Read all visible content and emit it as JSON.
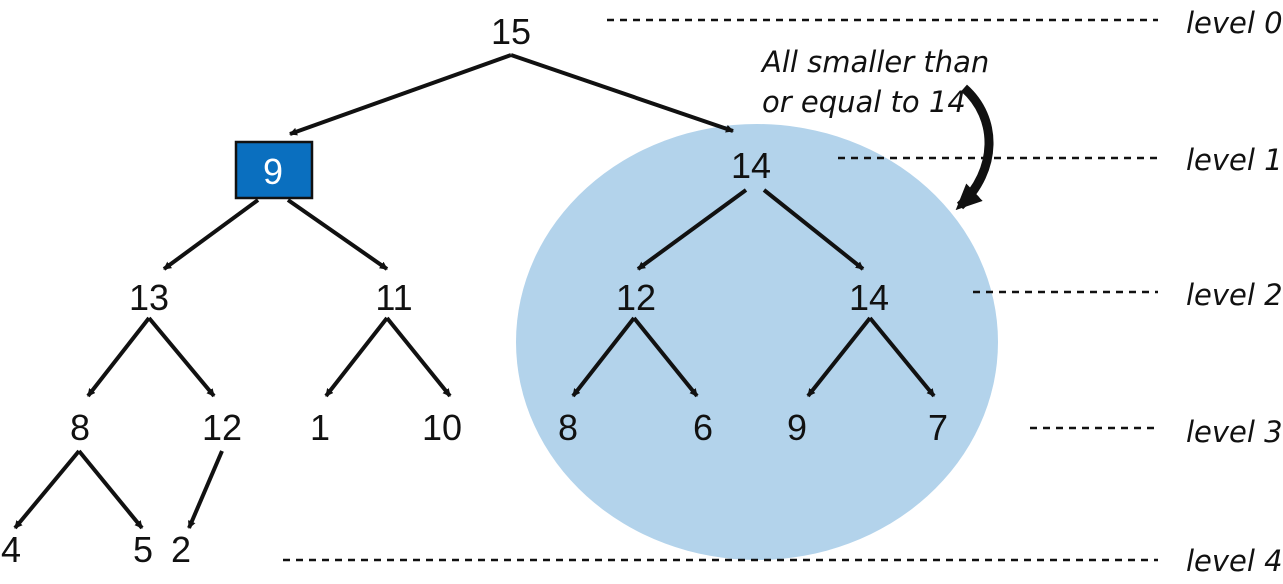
{
  "colors": {
    "highlight_box": "#0a6fbf",
    "subtree_circle": "#b3d3eb",
    "ink": "#111111"
  },
  "tree": {
    "nodes": {
      "root": "15",
      "n9": "9",
      "n14a": "14",
      "n13": "13",
      "n11": "11",
      "n12a": "12",
      "n14b": "14",
      "n8a": "8",
      "n12b": "12",
      "n1": "1",
      "n10": "10",
      "n8b": "8",
      "n6": "6",
      "n9b": "9",
      "n7": "7",
      "n4": "4",
      "n5": "5",
      "n2": "2"
    }
  },
  "levels": [
    "level 0",
    "level 1",
    "level 2",
    "level 3",
    "level 4"
  ],
  "annotation": {
    "line1": "All smaller than",
    "line2": "or equal to 14"
  }
}
